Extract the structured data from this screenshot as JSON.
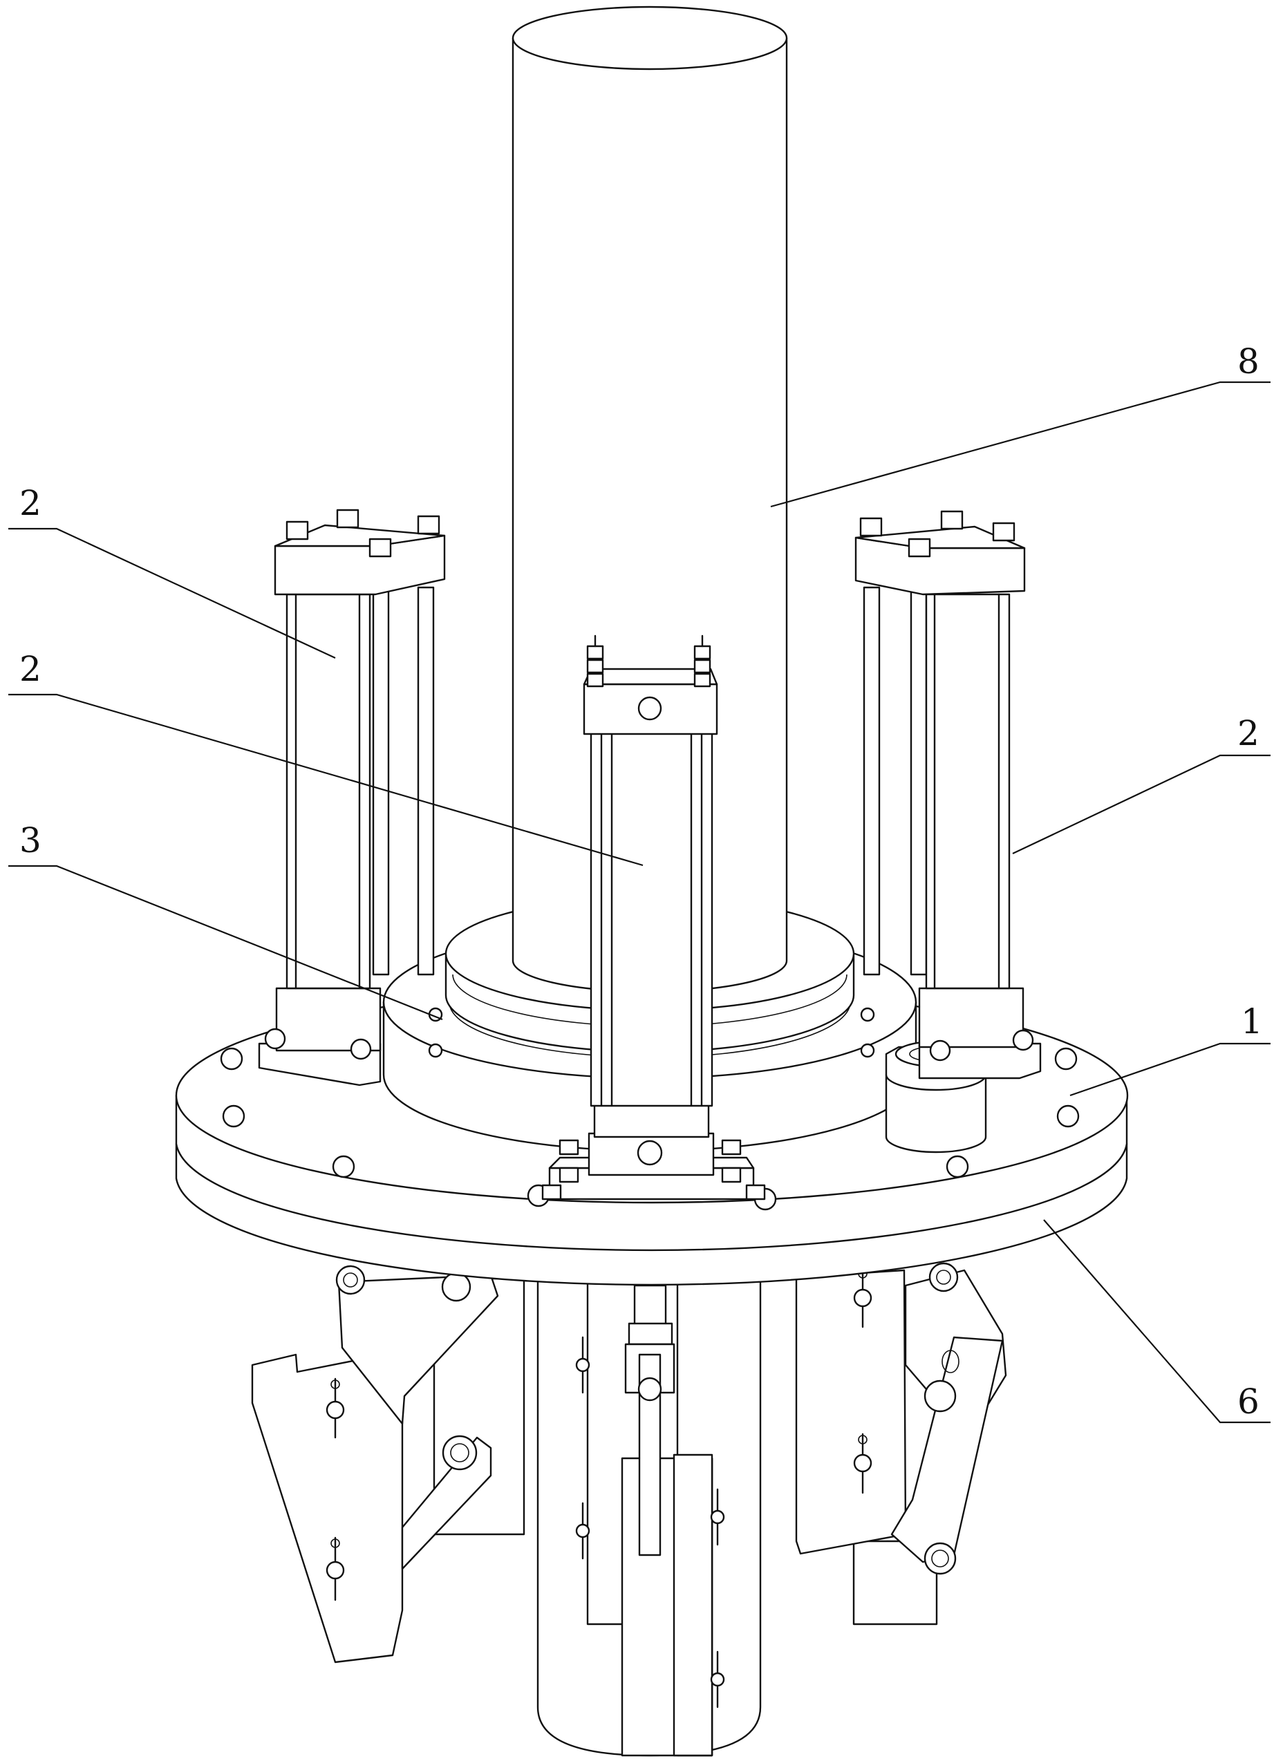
{
  "figure": {
    "callouts": [
      {
        "id": "callout-8",
        "text": "8"
      },
      {
        "id": "callout-2-left-top",
        "text": "2"
      },
      {
        "id": "callout-2-left-mid",
        "text": "2"
      },
      {
        "id": "callout-3",
        "text": "3"
      },
      {
        "id": "callout-2-right",
        "text": "2"
      },
      {
        "id": "callout-1",
        "text": "1"
      },
      {
        "id": "callout-6",
        "text": "6"
      }
    ]
  }
}
